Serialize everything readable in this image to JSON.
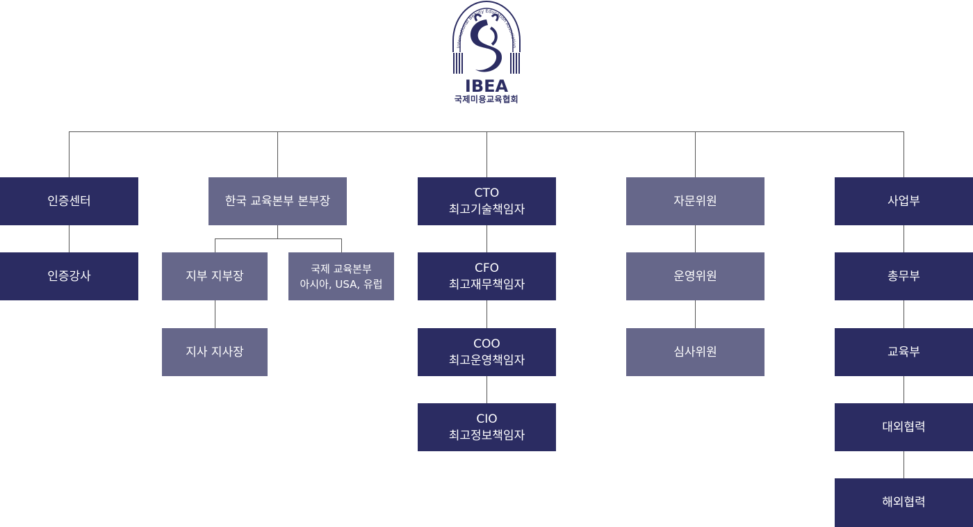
{
  "logo": {
    "arc_text": "International Beauty Education Association",
    "abbr": "IBEA",
    "korean": "국제미용교육협회",
    "color": "#2b2c62"
  },
  "colors": {
    "dark": "#2b2c62",
    "light": "#66678a",
    "line": "#555555"
  },
  "columns": {
    "col1": {
      "top": "인증센터",
      "sub": "인증강사"
    },
    "col2": {
      "top": "한국 교육본부 본부장",
      "branch_head": "지부 지부장",
      "branch_office": "지사 지사장",
      "intl_line1": "국제 교육본부",
      "intl_line2": "아시아, USA, 유럽"
    },
    "col3": [
      {
        "code": "CTO",
        "title": "최고기술책임자"
      },
      {
        "code": "CFO",
        "title": "최고재무책임자"
      },
      {
        "code": "COO",
        "title": "최고운영책임자"
      },
      {
        "code": "CIO",
        "title": "최고정보책임자"
      }
    ],
    "col4": {
      "items": [
        "자문위원",
        "운영위원",
        "심사위원"
      ]
    },
    "col5": {
      "items": [
        "사업부",
        "총무부",
        "교육부",
        "대외협력",
        "해외협력"
      ]
    }
  }
}
